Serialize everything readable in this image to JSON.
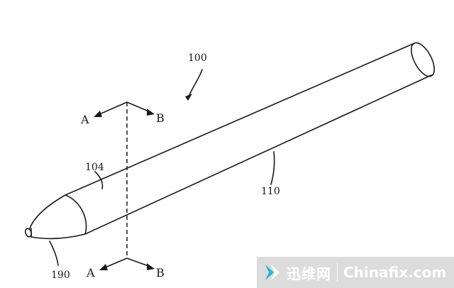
{
  "labels": {
    "ref_100": "100",
    "ref_104": "104",
    "ref_110": "110",
    "ref_190": "190",
    "section_top_left": "A",
    "section_top_right": "B",
    "section_bottom_left": "A",
    "section_bottom_right": "B"
  },
  "watermark": {
    "cn_text": "迅维网",
    "domain": "Chinafix.com"
  },
  "colors": {
    "ink": "#1a1a1a",
    "background": "#ffffff",
    "watermark_bg": "#dcdcdc",
    "watermark_accent": "#26b6d6"
  }
}
